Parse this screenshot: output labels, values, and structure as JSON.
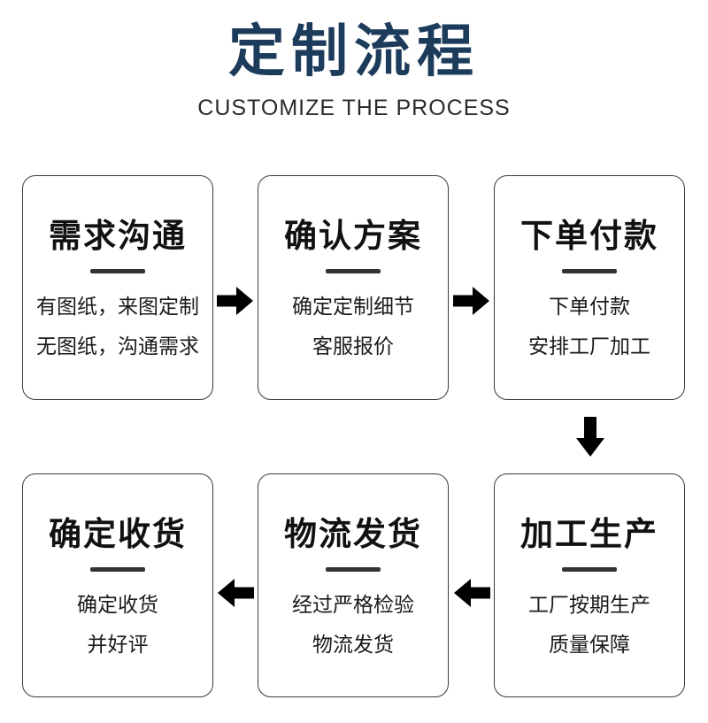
{
  "header": {
    "title": "定制流程",
    "subtitle": "CUSTOMIZE THE PROCESS"
  },
  "steps": [
    {
      "title": "需求沟通",
      "lines": [
        "有图纸，来图定制",
        "无图纸，沟通需求"
      ]
    },
    {
      "title": "确认方案",
      "lines": [
        "确定定制细节",
        "客服报价"
      ]
    },
    {
      "title": "下单付款",
      "lines": [
        "下单付款",
        "安排工厂加工"
      ]
    },
    {
      "title": "加工生产",
      "lines": [
        "工厂按期生产",
        "质量保障"
      ]
    },
    {
      "title": "物流发货",
      "lines": [
        "经过严格检验",
        "物流发货"
      ]
    },
    {
      "title": "确定收货",
      "lines": [
        "确定收货",
        "并好评"
      ]
    }
  ],
  "colors": {
    "title": "#1d3c5c",
    "subtitle": "#2b2b2b",
    "box_border": "#3a3a3a",
    "text": "#111111",
    "divider": "#333333",
    "arrow": "#000000"
  },
  "icons": {
    "arrow_right": "arrow-right-icon",
    "arrow_left": "arrow-left-icon",
    "arrow_down": "arrow-down-icon"
  }
}
